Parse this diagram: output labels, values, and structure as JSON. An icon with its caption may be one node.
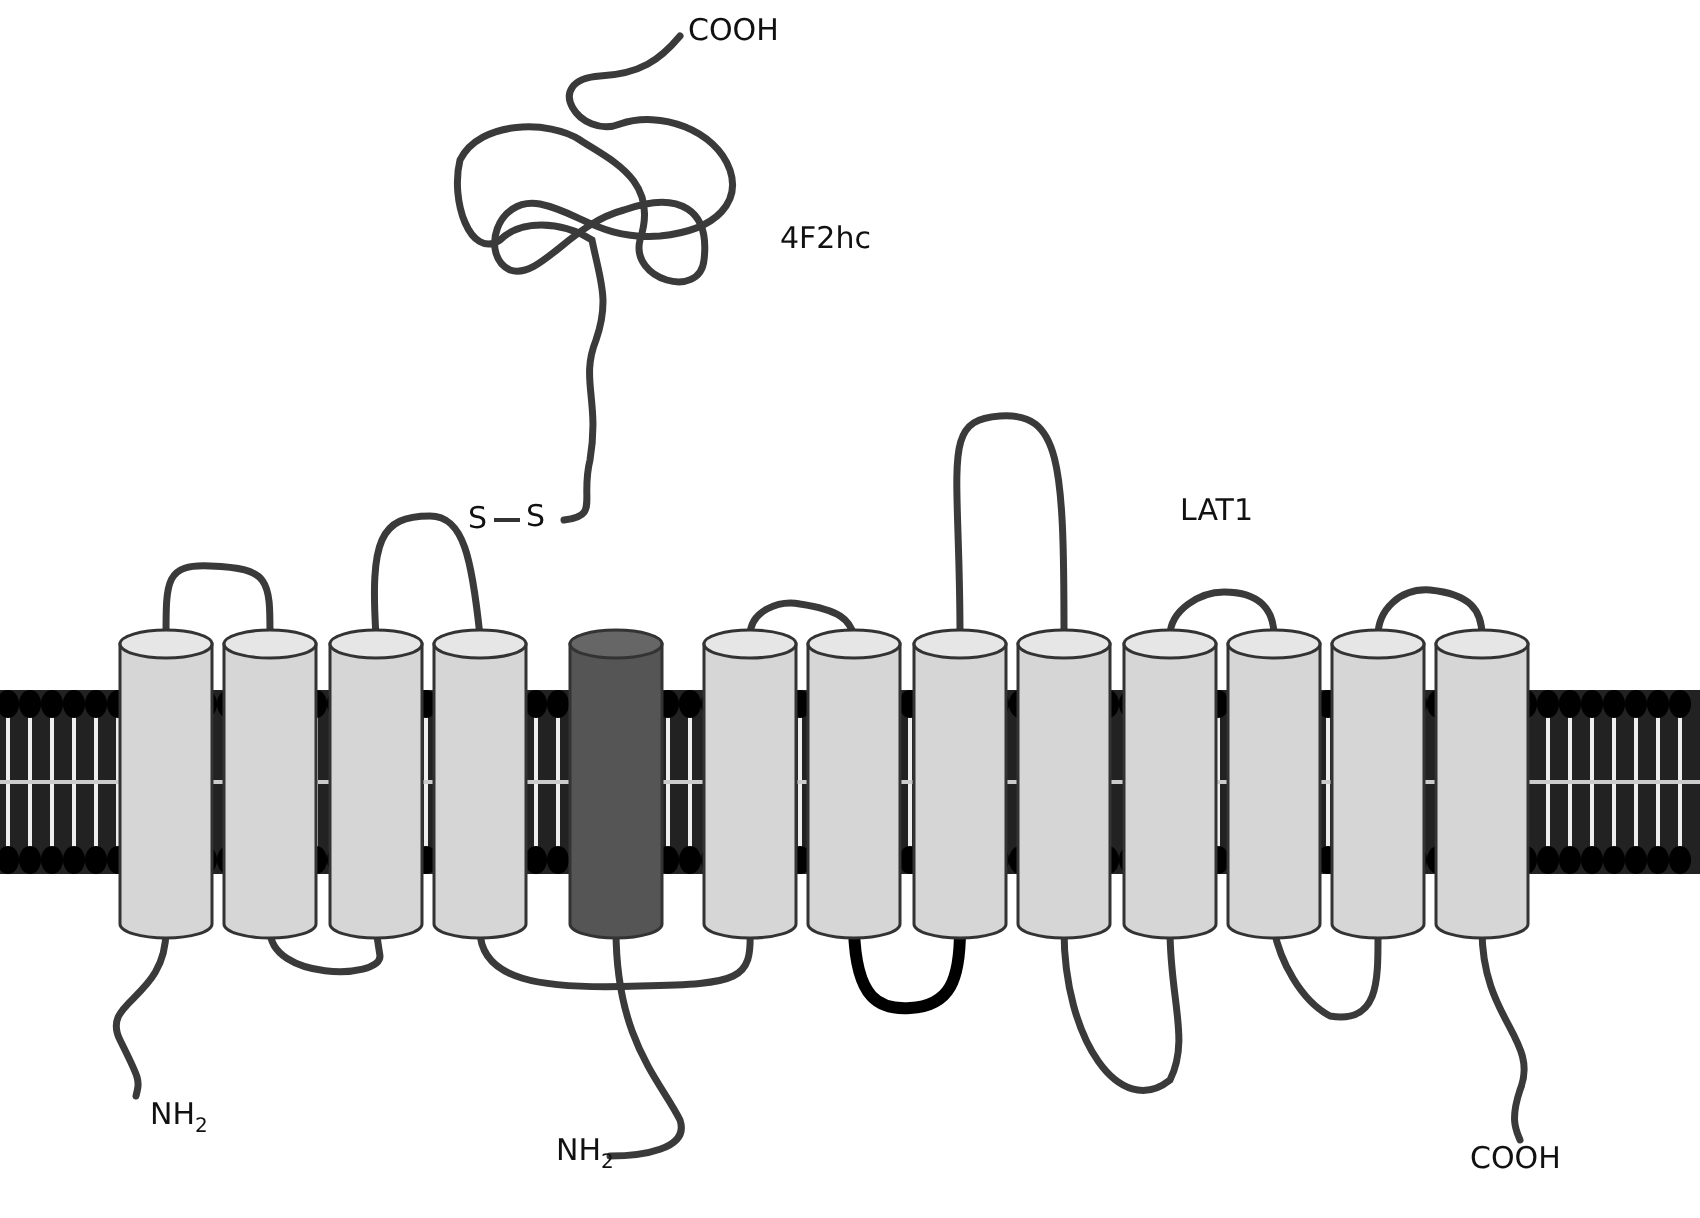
{
  "diagram": {
    "labels": [
      "COOH",
      "4F2hc",
      "S",
      "S",
      "LAT1",
      "NH$_{2}$",
      "NH$_{2}$",
      "COOH"
    ]
  }
}
